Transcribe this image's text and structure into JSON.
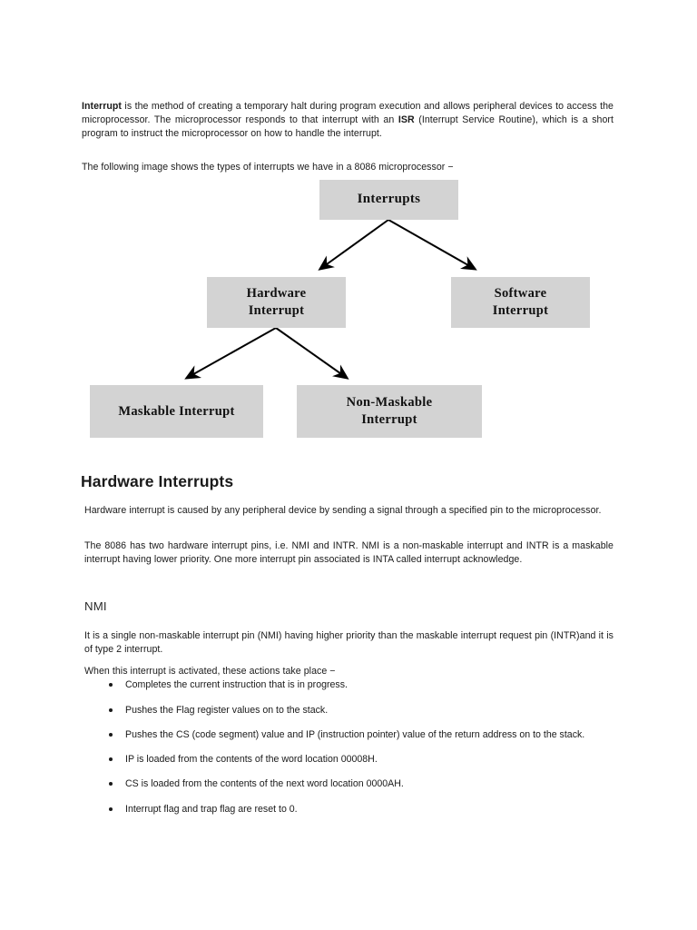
{
  "document": {
    "paragraphs": {
      "intro_lead": "Interrupt",
      "intro_rest_1": " is the method of creating a temporary halt during program execution and allows peripheral devices to access the microprocessor. The microprocessor responds to that interrupt with an ",
      "intro_bold_2": "ISR",
      "intro_rest_2": " (Interrupt Service Routine), which is a short program to instruct the microprocessor on how to handle the interrupt.",
      "following_image": "The following image shows the types of interrupts we have in a 8086 microprocessor −"
    },
    "diagram": {
      "type": "tree",
      "nodes": {
        "root": "Interrupts",
        "hardware": "Hardware\nInterrupt",
        "software": "Software\nInterrupt",
        "maskable": "Maskable Interrupt",
        "non_maskable": "Non-Maskable\nInterrupt"
      },
      "edges": [
        {
          "from": "root",
          "to": "hardware"
        },
        {
          "from": "root",
          "to": "software"
        },
        {
          "from": "hardware",
          "to": "maskable"
        },
        {
          "from": "hardware",
          "to": "non_maskable"
        }
      ],
      "node_fill": "#d3d3d3",
      "arrow_color": "#000000"
    },
    "sections": {
      "hardware_interrupts": {
        "heading": "Hardware Interrupts",
        "para_1": "Hardware interrupt is caused by any peripheral device by sending a signal through a specified pin to the microprocessor.",
        "para_2": "The 8086 has two hardware interrupt pins, i.e. NMI and INTR. NMI is a non-maskable interrupt and INTR is a maskable interrupt having lower priority. One more interrupt pin associated is INTA called interrupt acknowledge."
      },
      "nmi": {
        "heading": "NMI",
        "para_1": "It is a single non-maskable interrupt pin (NMI) having higher priority than the maskable interrupt request pin (INTR)and it is of type 2 interrupt.",
        "para_2": "When this interrupt is activated, these actions take place −",
        "bullets": [
          "Completes the current instruction that is in progress.",
          "Pushes the Flag register values on to the stack.",
          "Pushes the CS (code segment) value and IP (instruction pointer) value of the return address on to the stack.",
          "IP is loaded from the contents of the word location 00008H.",
          "CS is loaded from the contents of the next word location 0000AH.",
          "Interrupt flag and trap flag are reset to 0."
        ]
      }
    }
  }
}
